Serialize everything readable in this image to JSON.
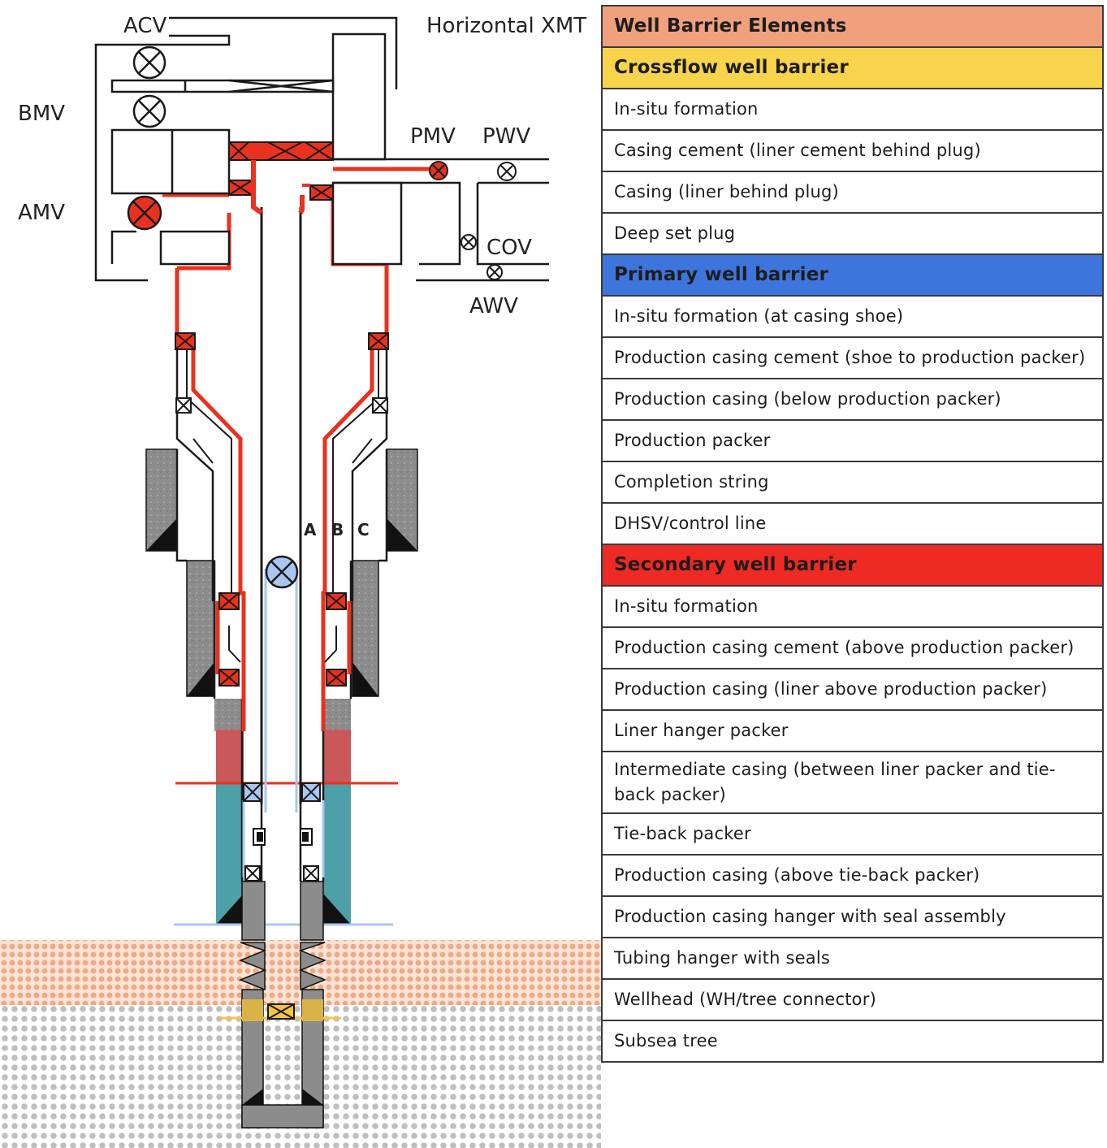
{
  "diagram": {
    "labels": {
      "acv": "ACV",
      "bmv": "BMV",
      "amv": "AMV",
      "pmv": "PMV",
      "pwv": "PWV",
      "cov": "COV",
      "awv": "AWV",
      "xmt": "Horizontal XMT",
      "annulus_a": "A",
      "annulus_b": "B",
      "annulus_c": "C"
    },
    "colors": {
      "secondary": "#e8321e",
      "primary": "#a9c6ef",
      "crossflow": "#f5c542",
      "cement": "#8a8a8a",
      "formation_upper": "#f3b89a",
      "formation_lower": "#bdbdbd",
      "liner_cement_red": "#c9585a",
      "liner_cement_teal": "#4d9fa8"
    }
  },
  "legend": {
    "title": "Well Barrier Elements",
    "title_color": "#f0a07c",
    "groups": [
      {
        "name": "Crossflow well barrier",
        "color": "#f7d44c",
        "items": [
          "In-situ formation",
          "Casing cement (liner cement behind plug)",
          "Casing (liner behind plug)",
          "Deep set plug"
        ]
      },
      {
        "name": "Primary well barrier",
        "color": "#3e75dc",
        "items": [
          "In-situ formation (at casing shoe)",
          "Production casing cement (shoe to production packer)",
          "Production casing (below production packer)",
          "Production packer",
          "Completion string",
          "DHSV/control line"
        ]
      },
      {
        "name": "Secondary well barrier",
        "color": "#ee2a24",
        "items": [
          "In-situ formation",
          "Production casing cement (above production packer)",
          "Production casing (liner above production packer)",
          "Liner hanger packer",
          "Intermediate casing (between liner packer and tie-back packer)",
          "Tie-back packer",
          "Production casing (above tie-back packer)",
          "Production casing hanger with seal assembly",
          "Tubing hanger with seals",
          "Wellhead (WH/tree connector)",
          "Subsea tree"
        ]
      }
    ]
  }
}
